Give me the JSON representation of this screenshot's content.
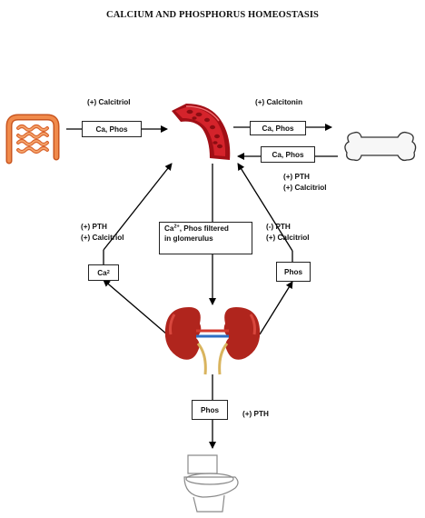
{
  "title": "CALCIUM AND PHOSPHORUS HOMEOSTASIS",
  "icons": {
    "intestine": "intestine-icon",
    "blood_vessel": "blood-vessel-icon",
    "bone": "bone-icon",
    "kidneys": "kidneys-icon",
    "toilet": "toilet-icon"
  },
  "labels": {
    "intestine_to_blood": "(+) Calcitriol",
    "blood_to_bone": "(+) Calcitonin",
    "bone_to_blood_pth": "(+) PTH",
    "bone_to_blood_calcitriol": "(+) Calcitriol",
    "kidney_ca_pth": "(+) PTH",
    "kidney_ca_calcitriol": "(+) Calcitriol",
    "kidney_phos_pth": "(-) PTH",
    "kidney_phos_calcitriol": "(+) Calcitriol",
    "excretion_pth": "(+) PTH"
  },
  "boxes": {
    "intestine_box": "Ca, Phos",
    "to_bone_box": "Ca, Phos",
    "from_bone_box": "Ca, Phos",
    "filtered_line1_prefix": "Ca",
    "filtered_line1_sup": "2+",
    "filtered_line1_rest": ", Phos filtered",
    "filtered_line2": "in glomerulus",
    "kidney_ca_main": "Ca",
    "kidney_ca_sup": "2",
    "kidney_phos": "Phos",
    "excretion_phos": "Phos"
  },
  "colors": {
    "blood": "#b3121a",
    "intestine": "#e0672b",
    "kidney": "#b0251d",
    "bone": "#f7f7f7",
    "artery": "#d23a2f",
    "vein": "#2d6fc4",
    "ureter": "#d9b45e"
  }
}
